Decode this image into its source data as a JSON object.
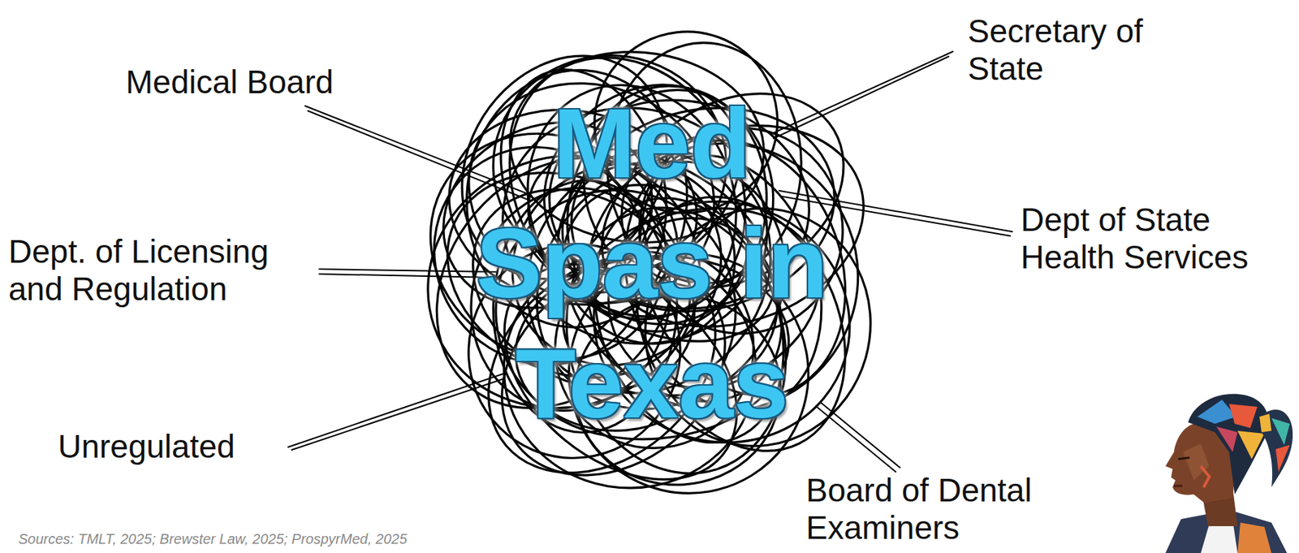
{
  "diagram": {
    "caption": "Sources: TMLT, 2025; Brewster Law, 2025; ProspyrMed, 2025",
    "nodes": [
      {
        "text": [
          "Med Spas in Texas"
        ]
      }
    ],
    "edges": [],
    "labels": [
      "Secretary of State",
      "Medical Board",
      "Dept of State Health Services",
      "Dept. of Licensing and Regulation",
      "Unregulated",
      "Board of Dental Examiners"
    ]
  }
}
